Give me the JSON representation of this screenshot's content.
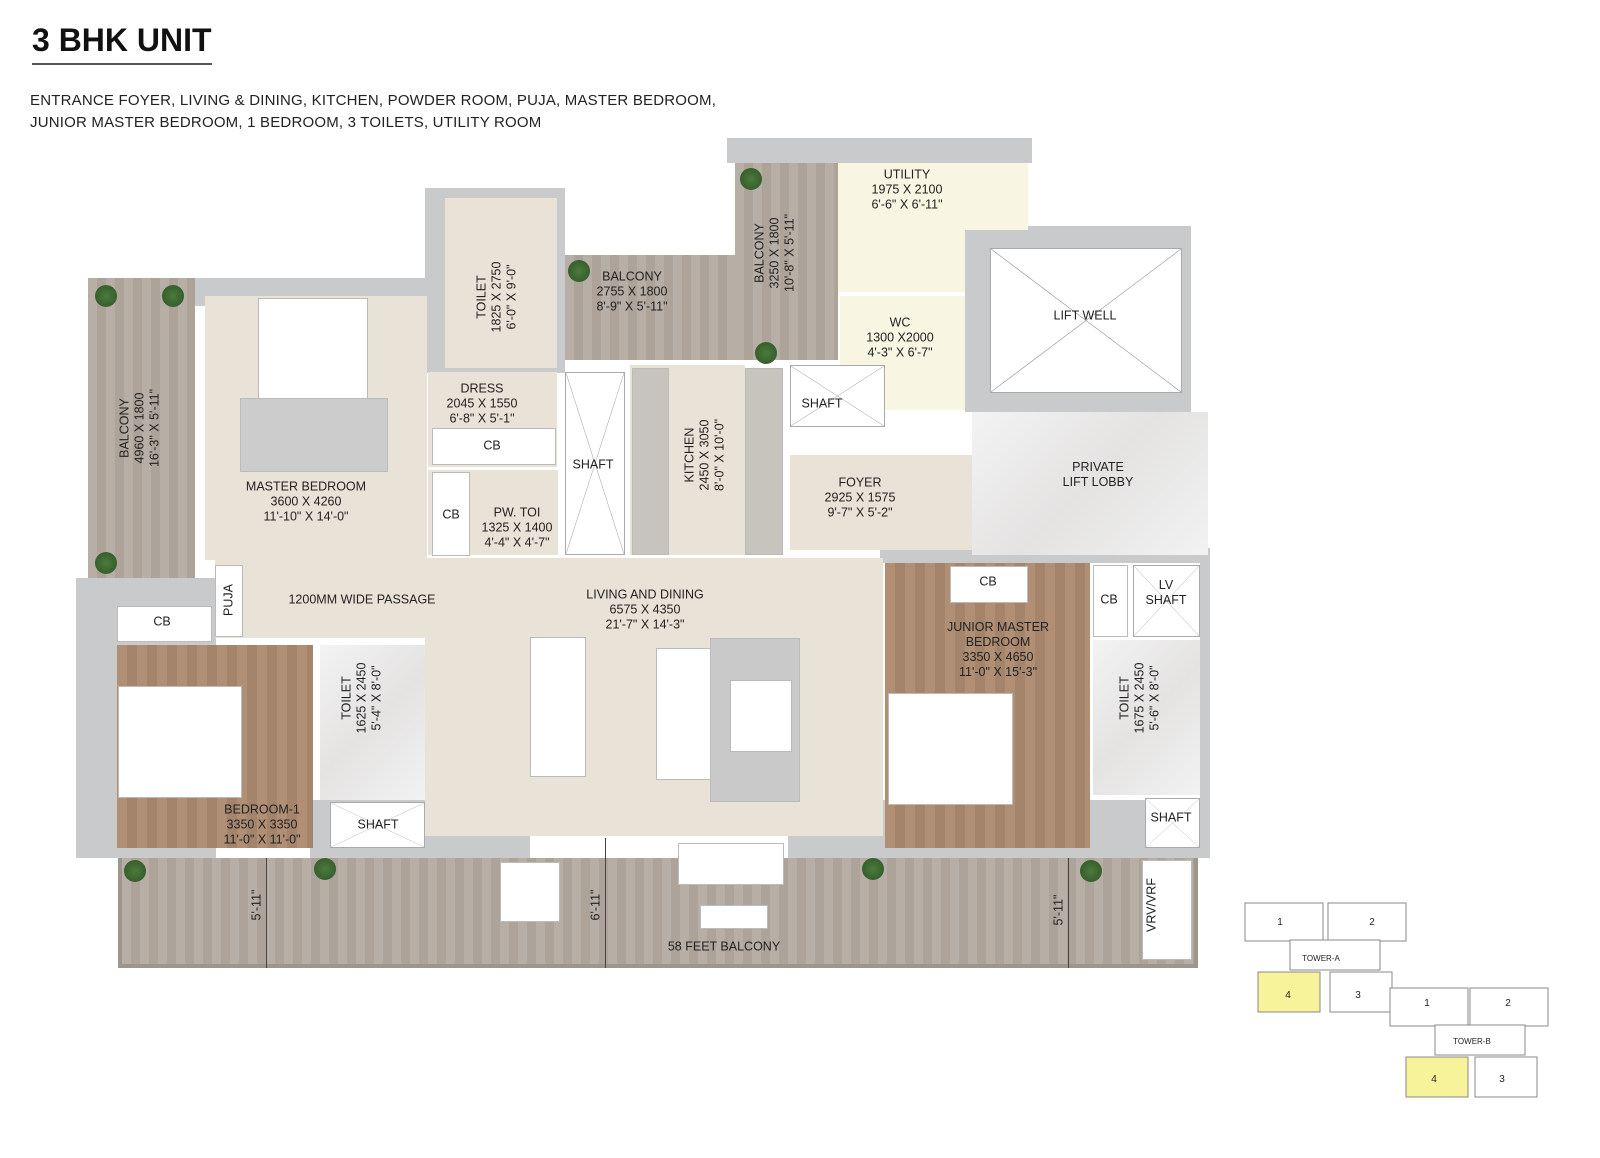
{
  "title": "3 BHK UNIT",
  "subtitle": [
    "ENTRANCE FOYER, LIVING & DINING, KITCHEN, POWDER ROOM, PUJA, MASTER BEDROOM,",
    "JUNIOR MASTER BEDROOM, 1 BEDROOM, 3 TOILETS, UTILITY ROOM"
  ],
  "rooms": {
    "balcony_left": {
      "name": "BALCONY",
      "mm": "4960 X 1800",
      "ft": "16'-3\" X 5'-11\""
    },
    "master": {
      "name": "MASTER BEDROOM",
      "mm": "3600 X 4260",
      "ft": "11'-10\" X 14'-0\""
    },
    "toilet_top": {
      "name": "TOILET",
      "mm": "1825 X 2750",
      "ft": "6'-0\" X 9'-0\""
    },
    "dress": {
      "name": "DRESS",
      "mm": "2045 X 1550",
      "ft": "6'-8\" X 5'-1\""
    },
    "balcony_top": {
      "name": "BALCONY",
      "mm": "2755 X 1800",
      "ft": "8'-9\" X 5'-11\""
    },
    "balcony_vert": {
      "name": "BALCONY",
      "mm": "3250 X 1800",
      "ft": "10'-8\" X 5'-11\""
    },
    "utility": {
      "name": "UTILITY",
      "mm": "1975 X 2100",
      "ft": "6'-6\" X 6'-11\""
    },
    "wc": {
      "name": "WC",
      "mm": "1300 X2000",
      "ft": "4'-3\" X 6'-7\""
    },
    "lift_well": {
      "name": "LIFT WELL"
    },
    "kitchen": {
      "name": "KITCHEN",
      "mm": "2450 X 3050",
      "ft": "8'-0\" X 10'-0\""
    },
    "foyer": {
      "name": "FOYER",
      "mm": "2925 X 1575",
      "ft": "9'-7\" X 5'-2\""
    },
    "lobby": {
      "name": "PRIVATE",
      "name2": "LIFT LOBBY"
    },
    "pw_toi": {
      "name": "PW. TOI",
      "mm": "1325 X 1400",
      "ft": "4'-4\" X 4'-7\""
    },
    "living": {
      "name": "LIVING AND DINING",
      "mm": "6575 X 4350",
      "ft": "21'-7\" X 14'-3\""
    },
    "passage": {
      "name": "1200MM WIDE PASSAGE"
    },
    "puja": {
      "name": "PUJA"
    },
    "bedroom1": {
      "name": "BEDROOM-1",
      "mm": "3350 X 3350",
      "ft": "11'-0\" X 11'-0\""
    },
    "toilet_left": {
      "name": "TOILET",
      "mm": "1625 X 2450",
      "ft": "5'-4\" X 8'-0\""
    },
    "jmb": {
      "name": "JUNIOR MASTER",
      "name2": "BEDROOM",
      "mm": "3350 X 4650",
      "ft": "11'-0\" X 15'-3\""
    },
    "toilet_right": {
      "name": "TOILET",
      "mm": "1675 X 2450",
      "ft": "5'-6\" X 8'-0\""
    },
    "lv_shaft": {
      "name": "LV",
      "name2": "SHAFT"
    },
    "balcony_58": {
      "name": "58 FEET BALCONY"
    },
    "vrv": {
      "name": "VRV/VRF"
    }
  },
  "shaft_label": "SHAFT",
  "cb_label": "CB",
  "dims": {
    "left": "5'-11\"",
    "mid": "6'-11\"",
    "right": "5'-11\""
  },
  "key_plan": {
    "tower_a": "TOWER-A",
    "tower_b": "TOWER-B",
    "units": [
      "1",
      "2",
      "3",
      "4"
    ],
    "highlight_unit": "4",
    "highlight_color": "#f7f39a"
  },
  "colors": {
    "wall": "#c9cacc",
    "floor": "#e9e2d7",
    "wood": "#b08f75"
  }
}
